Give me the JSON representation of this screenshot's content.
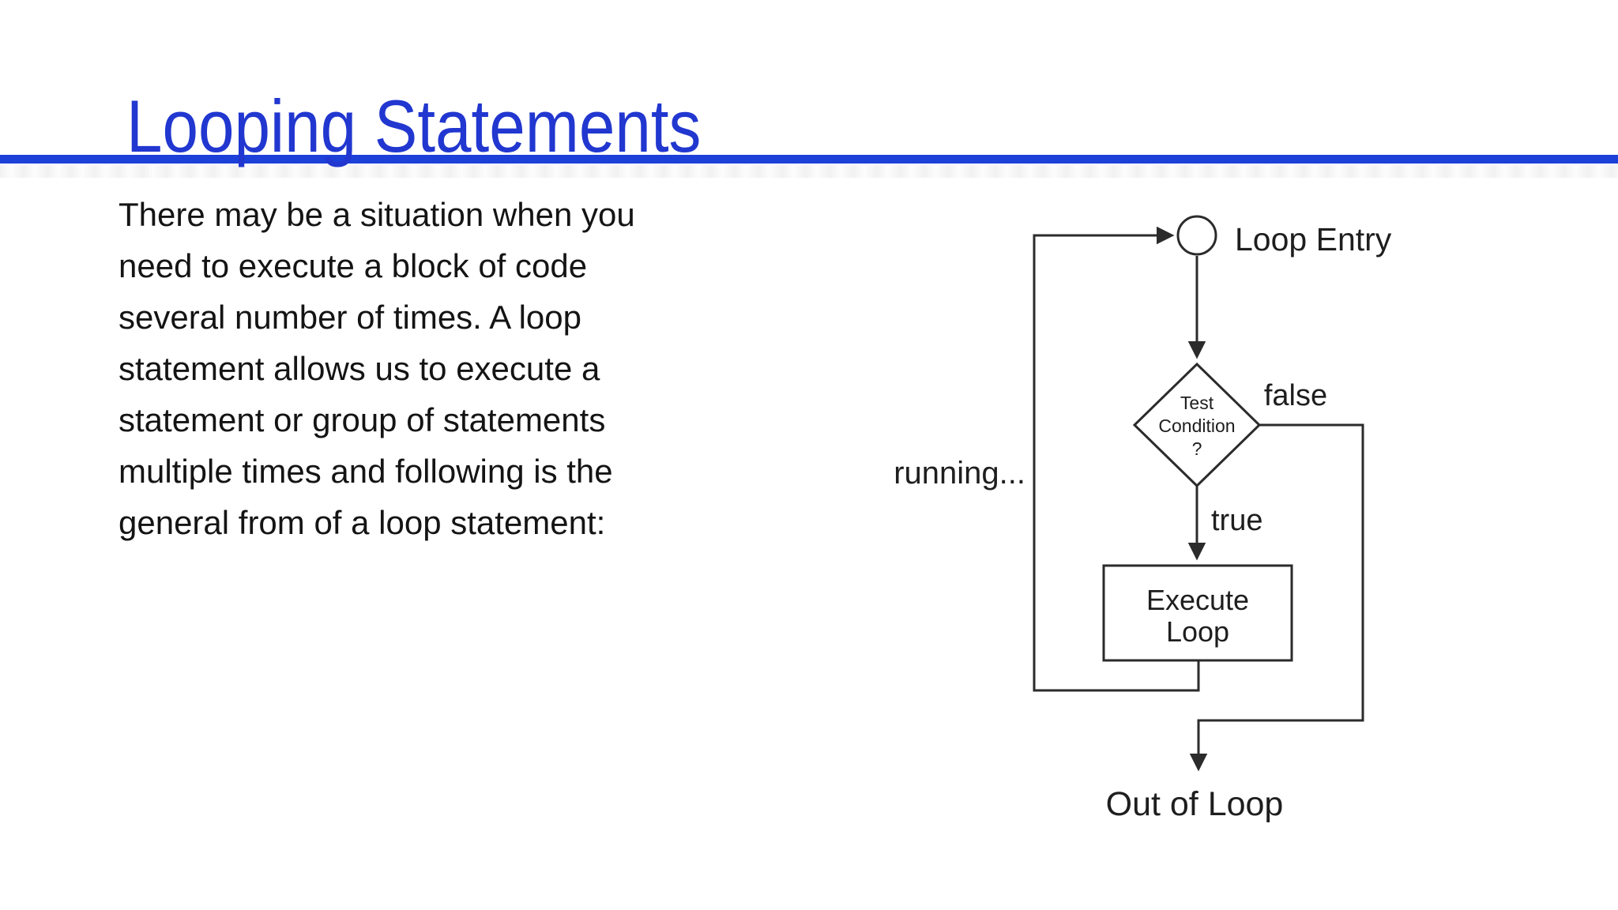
{
  "slide": {
    "title": "Looping Statements",
    "body": "There may be a situation when you\nneed to execute a block of code\nseveral number of times. A loop\nstatement allows us to execute a\nstatement or group of statements\nmultiple times and following is the\ngeneral from of a loop statement:"
  },
  "flowchart": {
    "loop_entry_label": "Loop Entry",
    "condition_line1": "Test",
    "condition_line2": "Condition",
    "condition_line3": "?",
    "branch_false_label": "false",
    "branch_true_label": "true",
    "running_label": "running...",
    "execute_line1": "Execute",
    "execute_line2": "Loop",
    "out_of_loop_label": "Out of Loop"
  },
  "colors": {
    "title_blue": "#2137d0",
    "rule_blue": "#1d40d9",
    "diagram_line": "#2b2b2b",
    "body_text": "#141414"
  }
}
